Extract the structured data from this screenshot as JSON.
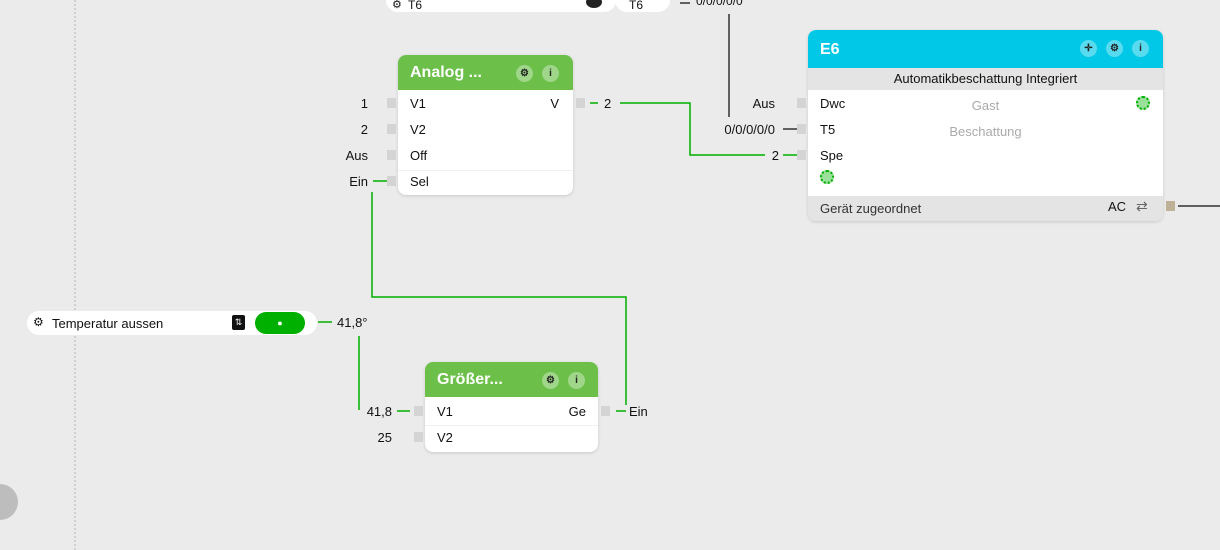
{
  "top_item": {
    "label": "T6",
    "value": "T6",
    "output": "0/0/0/0/0"
  },
  "analog": {
    "title": "Analog ...",
    "inputs": [
      {
        "name": "V1",
        "value": "1"
      },
      {
        "name": "V2",
        "value": "2"
      },
      {
        "name": "Off",
        "value": "Aus"
      },
      {
        "name": "Sel",
        "value": "Ein"
      }
    ],
    "output": {
      "name": "V",
      "value": "2"
    }
  },
  "e6": {
    "title": "E6",
    "subtitle": "Automatikbeschattung Integriert",
    "inputs": [
      {
        "name": "Dwc",
        "value": "Aus"
      },
      {
        "name": "T5",
        "value": "0/0/0/0/0"
      },
      {
        "name": "Spe",
        "value": "2"
      }
    ],
    "info_lines": [
      "Gast",
      "Beschattung"
    ],
    "footer": "Gerät zugeordnet",
    "footer_output": "AC",
    "accent": "#00c8e6"
  },
  "temperature": {
    "label": "Temperatur aussen",
    "output": "41,8°"
  },
  "greater": {
    "title": "Größer...",
    "inputs": [
      {
        "name": "V1",
        "value": "41,8"
      },
      {
        "name": "V2",
        "value": "25"
      }
    ],
    "output": {
      "name": "Ge",
      "value": "Ein"
    }
  },
  "colors": {
    "block_green": "#6cc04a",
    "wire_green": "#00b000",
    "wire_dark": "#333333"
  }
}
